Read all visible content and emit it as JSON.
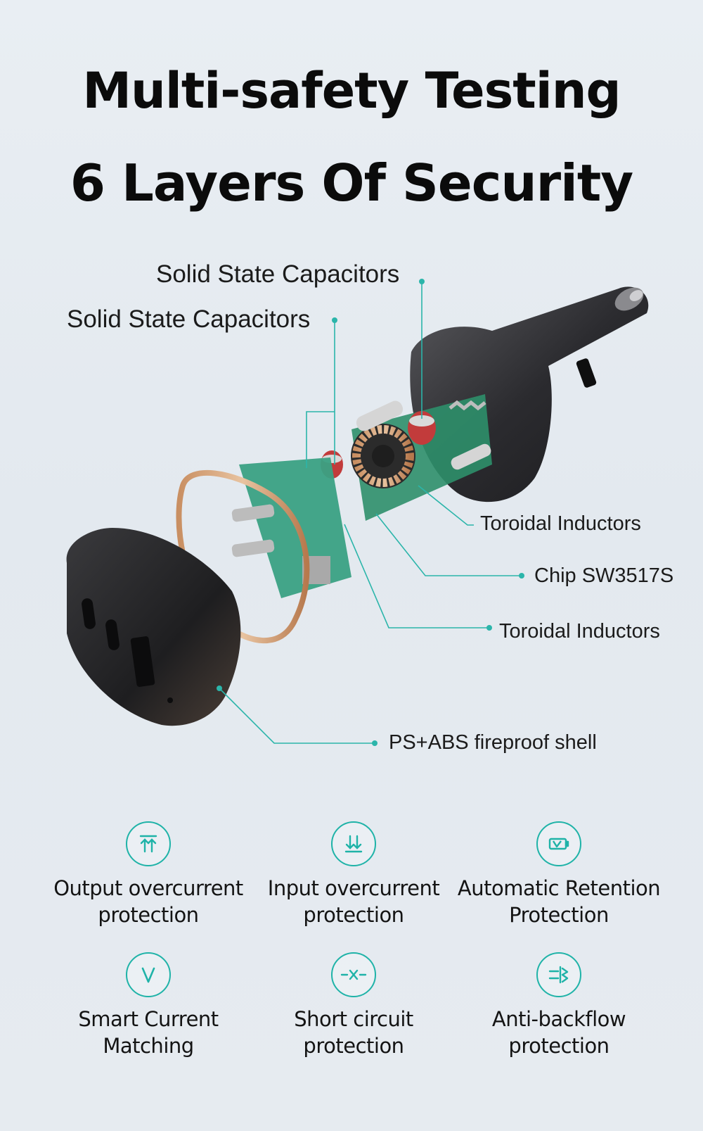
{
  "header": {
    "title_line1": "Multi-safety Testing",
    "title_line2": "6 Layers Of Security"
  },
  "callouts": {
    "capacitor_top": "Solid State Capacitors",
    "capacitor_left": "Solid State Capacitors",
    "toroidal_top": "Toroidal Inductors",
    "chip": "Chip SW3517S",
    "toroidal_bottom": "Toroidal Inductors",
    "shell": "PS+ABS fireproof shell"
  },
  "features": [
    {
      "icon": "output-overcurrent-icon",
      "line1": "Output overcurrent",
      "line2": "protection"
    },
    {
      "icon": "input-overcurrent-icon",
      "line1": "Input overcurrent",
      "line2": "protection"
    },
    {
      "icon": "battery-retention-icon",
      "line1": "Automatic Retention",
      "line2": "Protection"
    },
    {
      "icon": "v-icon",
      "line1": "Smart Current",
      "line2": "Matching"
    },
    {
      "icon": "short-circuit-icon",
      "line1": "Short circuit",
      "line2": "protection"
    },
    {
      "icon": "anti-backflow-icon",
      "line1": "Anti-backflow",
      "line2": "protection"
    }
  ],
  "colors": {
    "accent": "#1fb3a8",
    "title": "#0b0b0b",
    "background": "#e6ebf0"
  }
}
